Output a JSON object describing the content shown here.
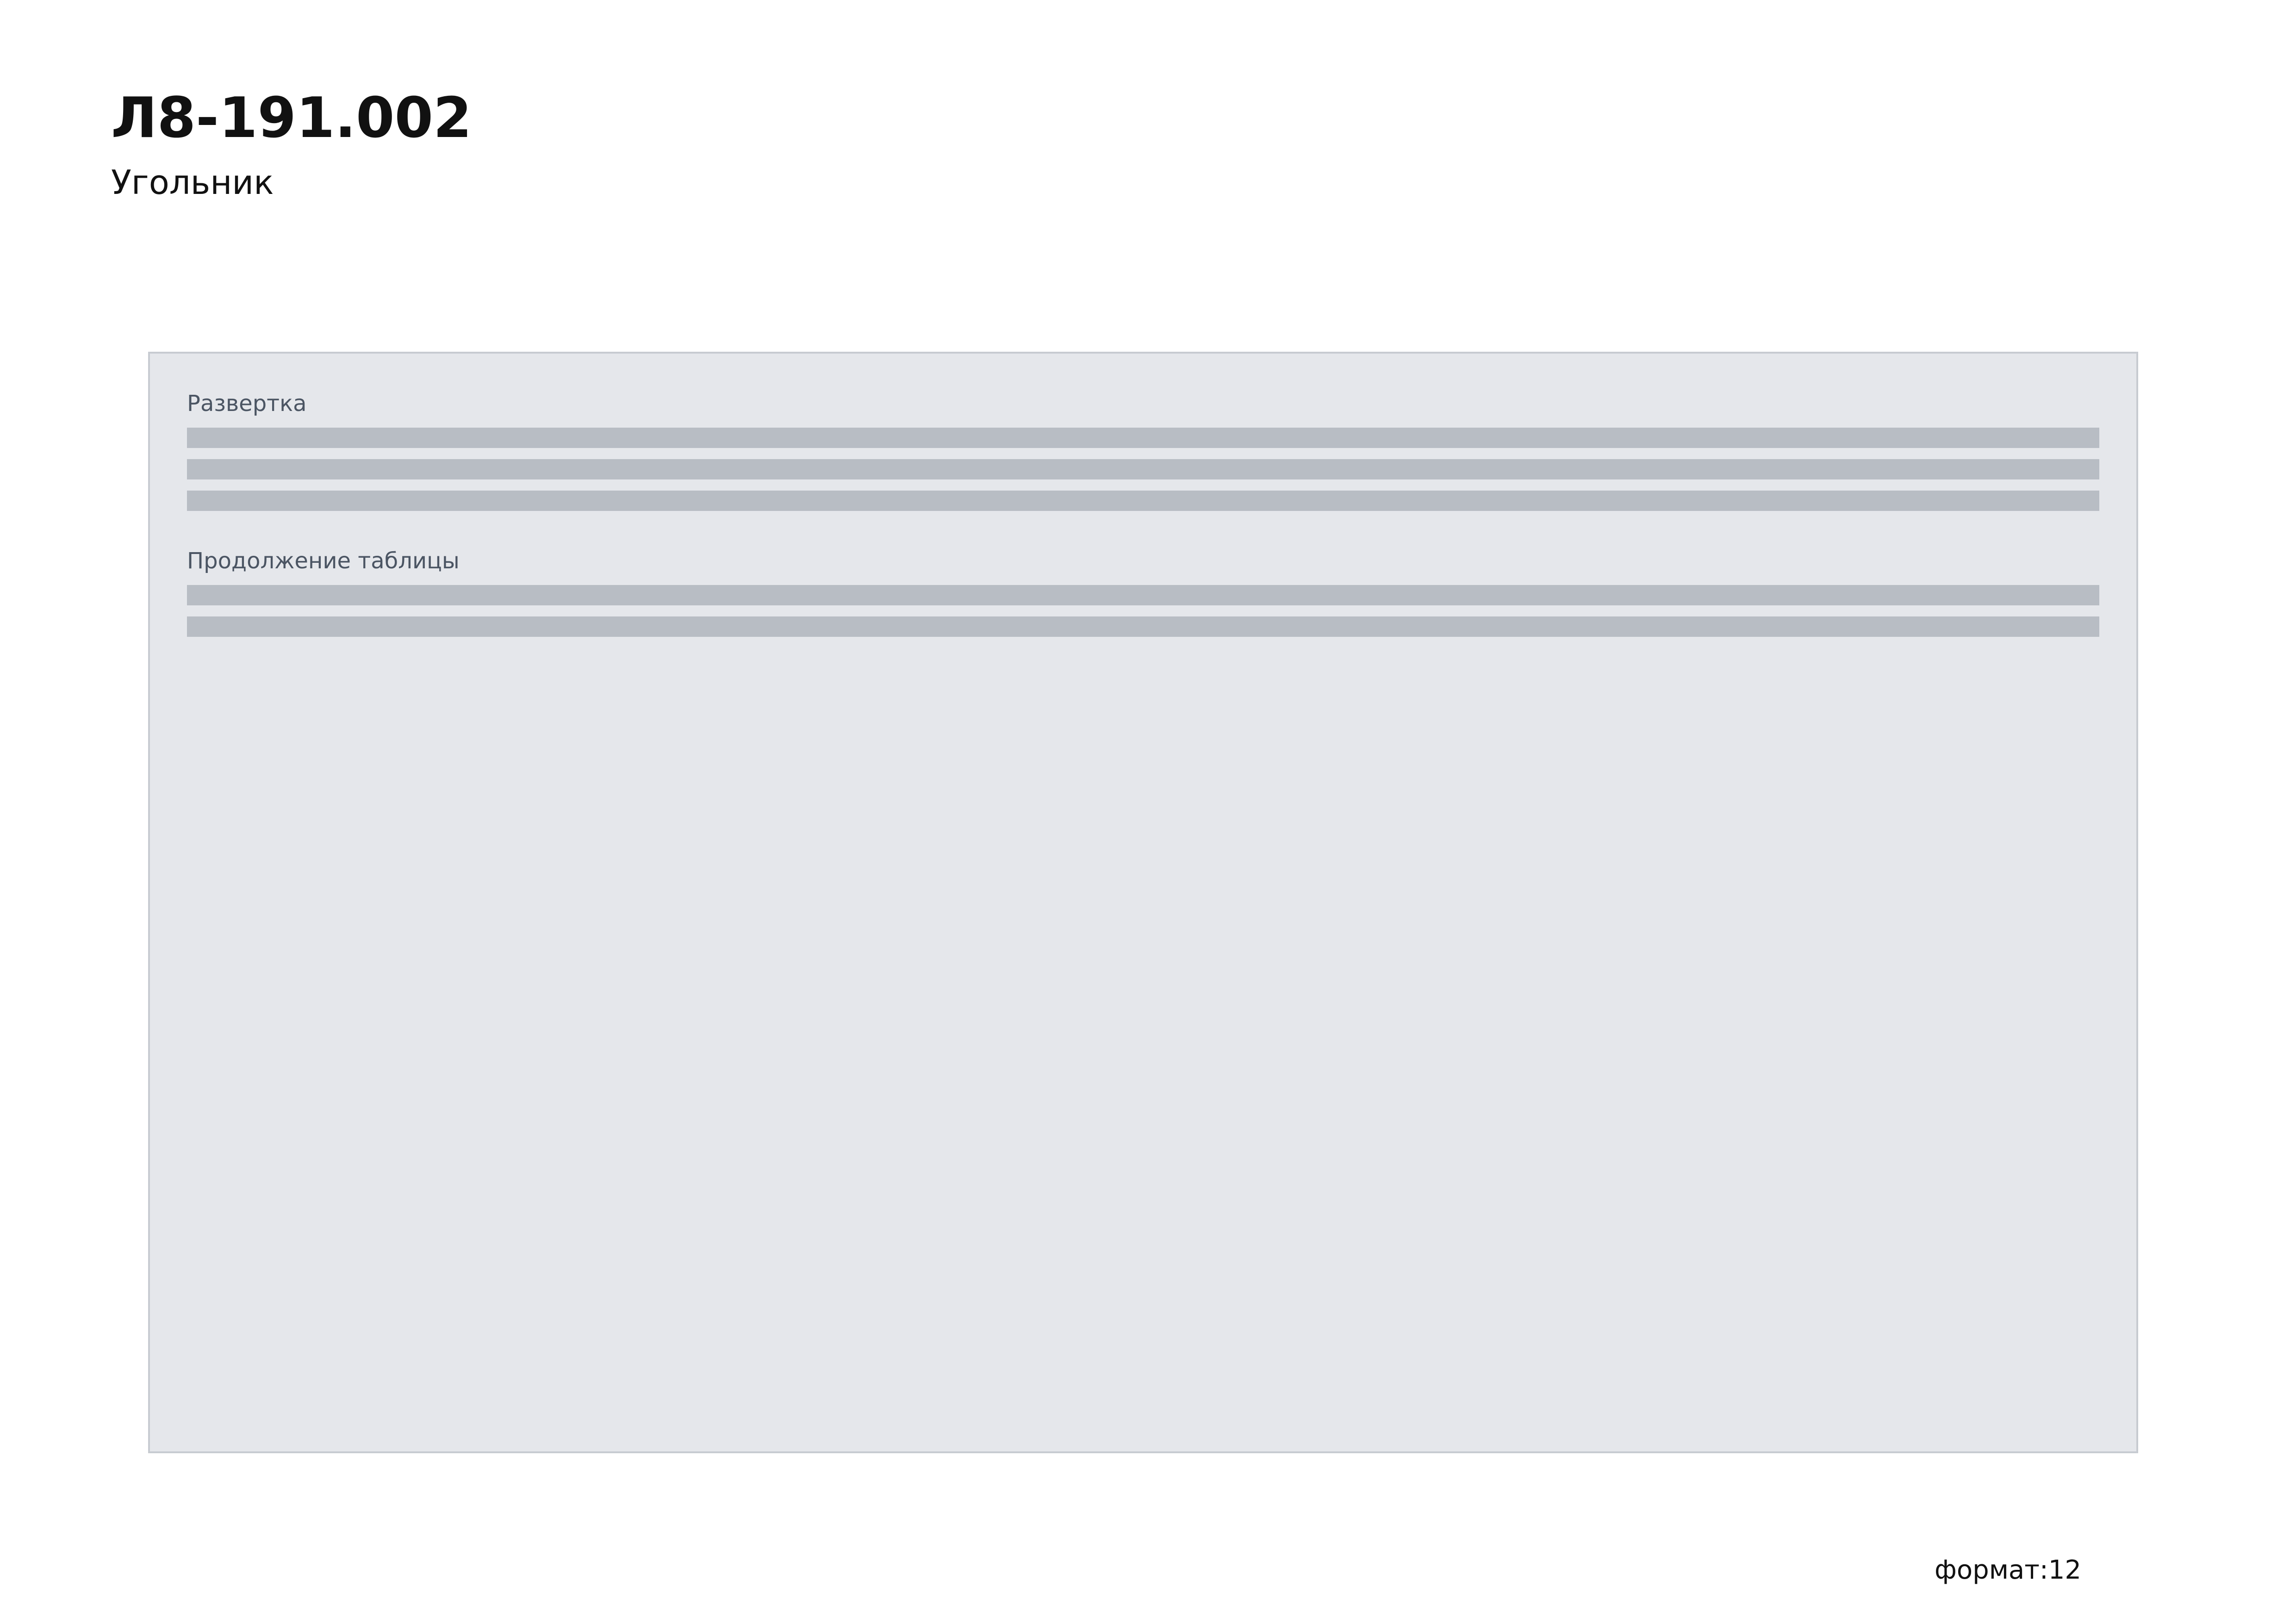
{
  "header": {
    "title": "Л8-191.002",
    "subtitle": "Угольник"
  },
  "main": {
    "section_label": "Развертка",
    "table_label": "Продолжение таблицы",
    "sheet_label": "формат:12"
  }
}
